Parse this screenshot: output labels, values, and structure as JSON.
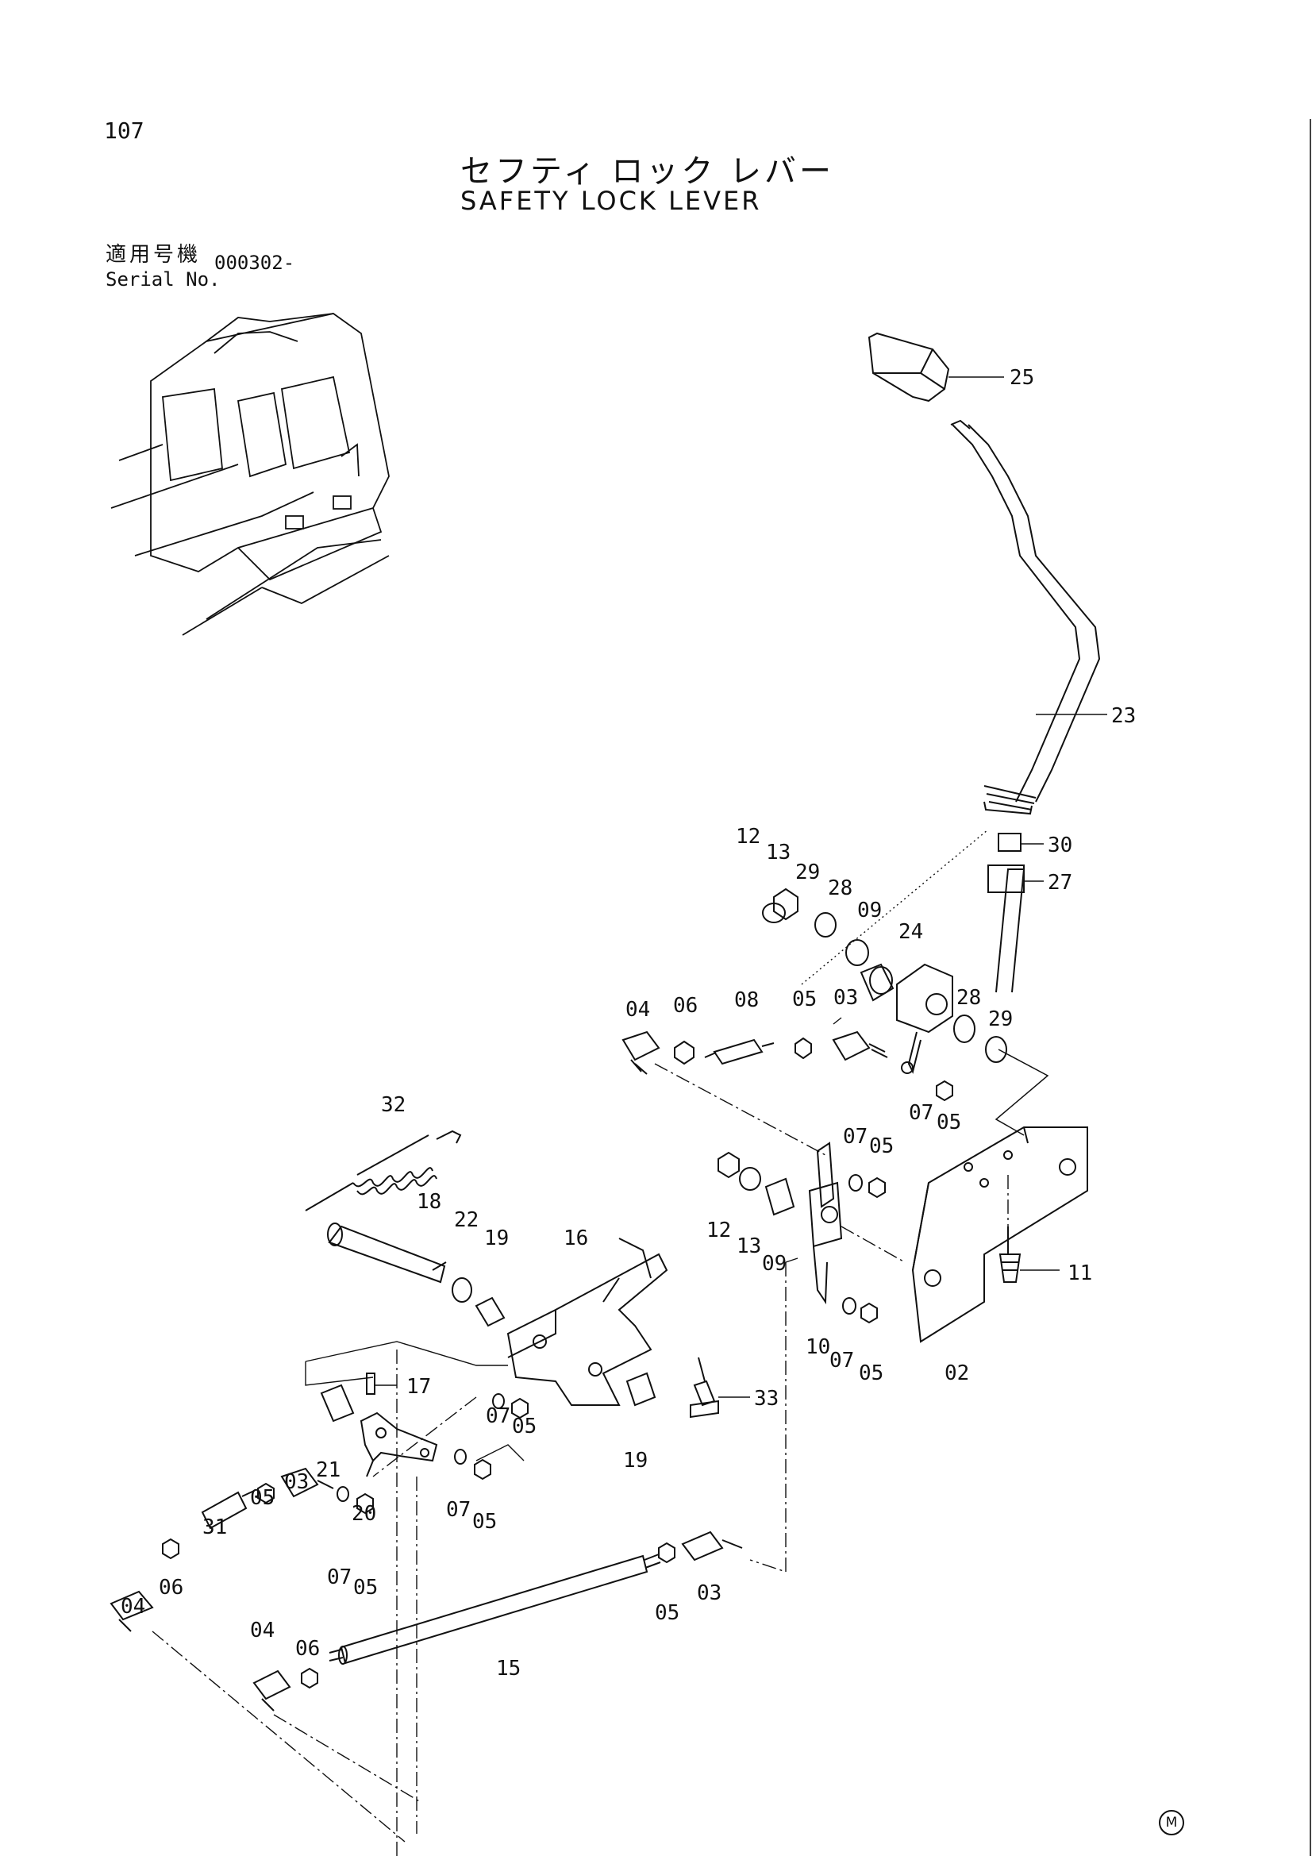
{
  "page_number": "107",
  "title_jp": "セフティ ロック レバー",
  "title_en": "SAFETY LOCK LEVER",
  "serial_label_jp": "適用号機",
  "serial_label_en": "Serial No.",
  "serial_value": "000302-",
  "mark": "M",
  "callouts": [
    "25",
    "23",
    "30",
    "27",
    "12",
    "13",
    "29",
    "28",
    "09",
    "24",
    "28",
    "29",
    "04",
    "06",
    "08",
    "05",
    "03",
    "07",
    "05",
    "07",
    "05",
    "32",
    "18",
    "22",
    "19",
    "16",
    "12",
    "13",
    "09",
    "11",
    "10",
    "07",
    "05",
    "02",
    "17",
    "33",
    "07",
    "05",
    "21",
    "19",
    "20",
    "07",
    "05",
    "03",
    "05",
    "31",
    "07",
    "05",
    "06",
    "04",
    "05",
    "03",
    "04",
    "06",
    "15"
  ]
}
